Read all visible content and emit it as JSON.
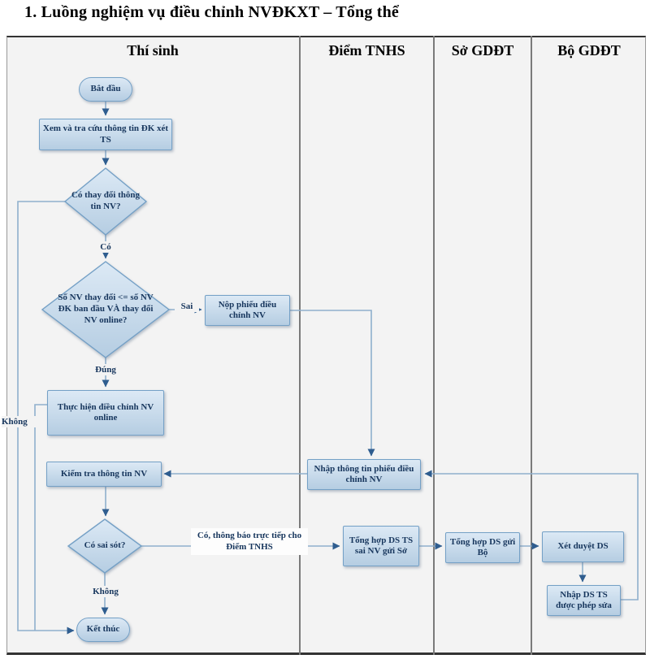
{
  "title": "1. Luồng nghiệm vụ điều chỉnh NVĐKXT – Tổng thể",
  "lanes": [
    {
      "label": "Thí sinh"
    },
    {
      "label": "Điểm TNHS"
    },
    {
      "label": "Sở GDĐT"
    },
    {
      "label": "Bộ GDĐT"
    }
  ],
  "nodes": {
    "start": {
      "type": "terminator",
      "lane": "Thí sinh",
      "label": "Bắt đầu"
    },
    "view_info": {
      "type": "process",
      "lane": "Thí sinh",
      "label": "Xem và tra cứu thông tin ĐK xét TS"
    },
    "q_change": {
      "type": "decision",
      "lane": "Thí sinh",
      "label": "Có thay đổi thông tin NV?"
    },
    "q_condition": {
      "type": "decision",
      "lane": "Thí sinh",
      "label": "Số NV thay đổi <= số NV ĐK ban đầu VÀ thay đổi NV online?"
    },
    "submit_form": {
      "type": "process",
      "lane": "Thí sinh",
      "label": "Nộp phiếu điều chỉnh NV"
    },
    "adjust_online": {
      "type": "process",
      "lane": "Thí sinh",
      "label": "Thực hiện điều chỉnh NV online"
    },
    "check_info": {
      "type": "process",
      "lane": "Thí sinh",
      "label": "Kiểm tra thông tin NV"
    },
    "q_error": {
      "type": "decision",
      "lane": "Thí sinh",
      "label": "Có sai sót?"
    },
    "end": {
      "type": "terminator",
      "lane": "Thí sinh",
      "label": "Kết thúc"
    },
    "enter_form": {
      "type": "process",
      "lane": "Điểm TNHS",
      "label": "Nhập thông tin phiếu điều chỉnh NV"
    },
    "agg_point": {
      "type": "process",
      "lane": "Điểm TNHS",
      "label": "Tổng hợp DS TS sai NV gửi Sở"
    },
    "agg_so": {
      "type": "process",
      "lane": "Sở GDĐT",
      "label": "Tổng hợp DS gửi Bộ"
    },
    "approve": {
      "type": "process",
      "lane": "Bộ GDĐT",
      "label": "Xét duyệt DS"
    },
    "enter_allowed": {
      "type": "process",
      "lane": "Bộ GDĐT",
      "label": "Nhập DS TS được phép sửa"
    }
  },
  "edge_labels": {
    "co": "Có",
    "sai": "Sai",
    "dung": "Đúng",
    "khong_left": "Không",
    "khong_bottom": "Không",
    "notify": "Có, thông báo trực tiếp cho Điểm TNHS"
  },
  "colors": {
    "node_fill_top": "#dce9f5",
    "node_fill_bottom": "#b5cde2",
    "node_border": "#74a0c6",
    "node_text": "#17365d",
    "connector_line": "#8fb0cd",
    "arrowhead": "#2f5d8f",
    "lane_separator": "#7a7a7a",
    "board_background": "#f3f3f3",
    "title_text": "#000000"
  }
}
